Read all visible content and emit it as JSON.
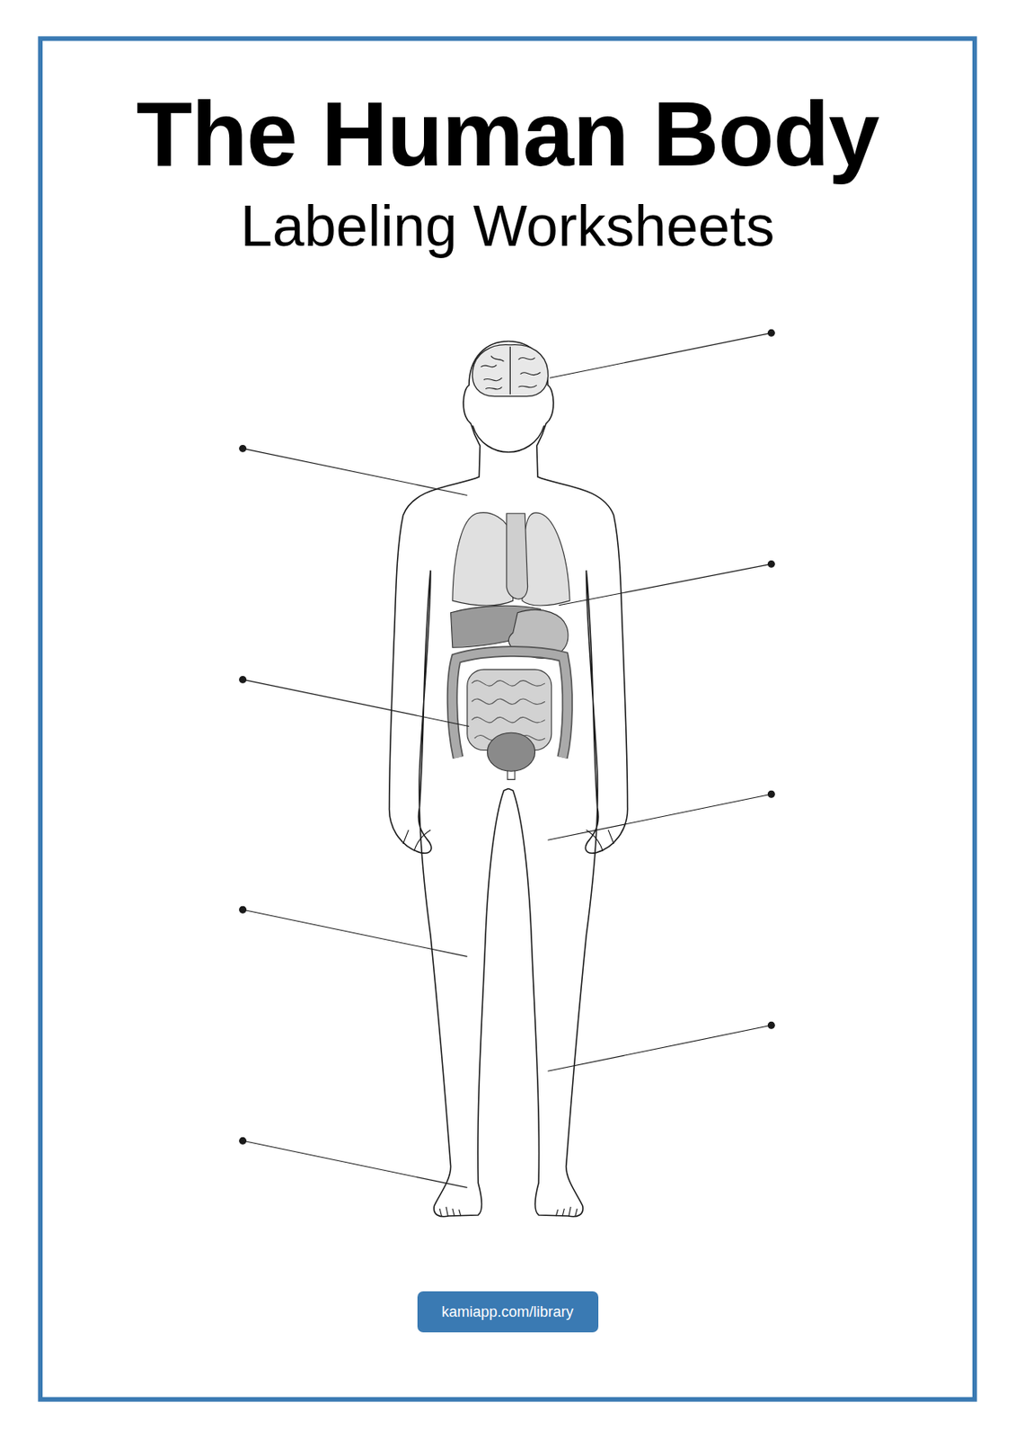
{
  "diagram": {
    "title": "The Human Body",
    "nodes": [
      {
        "text": [
          "kamiapp.com/library"
        ]
      }
    ],
    "labels": [
      "Labeling Worksheets"
    ]
  }
}
